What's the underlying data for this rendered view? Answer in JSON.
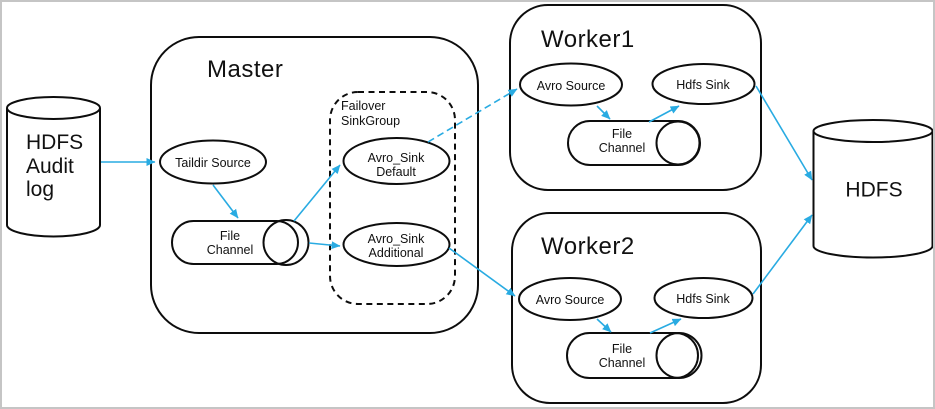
{
  "colors": {
    "arrow_blue": "#29abe2",
    "shape_stroke": "#0d0d0d",
    "frame_gray": "#c5c5c5"
  },
  "nodes": {
    "hdfs_audit_log": {
      "shape": "cylinder",
      "label": "HDFS\nAudit\nlog"
    },
    "master": {
      "title": "Master",
      "taildir_source": "Taildir Source",
      "file_channel": "File\nChannel",
      "failover_sinkgroup": "Failover\nSinkGroup",
      "avro_sink_default": "Avro_Sink\nDefault",
      "avro_sink_additional": "Avro_Sink\nAdditional"
    },
    "worker1": {
      "title": "Worker1",
      "avro_source": "Avro Source",
      "hdfs_sink": "Hdfs Sink",
      "file_channel": "File\nChannel"
    },
    "worker2": {
      "title": "Worker2",
      "avro_source": "Avro Source",
      "hdfs_sink": "Hdfs Sink",
      "file_channel": "File\nChannel"
    },
    "hdfs": {
      "shape": "cylinder",
      "label": "HDFS"
    }
  },
  "edges": [
    {
      "from": "hdfs-audit-log",
      "to": "taildir-source",
      "style": "solid"
    },
    {
      "from": "taildir-source",
      "to": "master-file-channel",
      "style": "solid"
    },
    {
      "from": "master-file-channel",
      "to": "avro-sink-default",
      "style": "solid"
    },
    {
      "from": "master-file-channel",
      "to": "avro-sink-additional",
      "style": "solid"
    },
    {
      "from": "avro-sink-default",
      "to": "worker1-avro-source",
      "style": "dashed"
    },
    {
      "from": "avro-sink-additional",
      "to": "worker2-avro-source",
      "style": "solid"
    },
    {
      "from": "worker1-avro-source",
      "to": "worker1-file-channel",
      "style": "solid"
    },
    {
      "from": "worker1-file-channel",
      "to": "worker1-hdfs-sink",
      "style": "solid"
    },
    {
      "from": "worker1-hdfs-sink",
      "to": "hdfs",
      "style": "solid"
    },
    {
      "from": "worker2-avro-source",
      "to": "worker2-file-channel",
      "style": "solid"
    },
    {
      "from": "worker2-file-channel",
      "to": "worker2-hdfs-sink",
      "style": "solid"
    },
    {
      "from": "worker2-hdfs-sink",
      "to": "hdfs",
      "style": "solid"
    }
  ]
}
